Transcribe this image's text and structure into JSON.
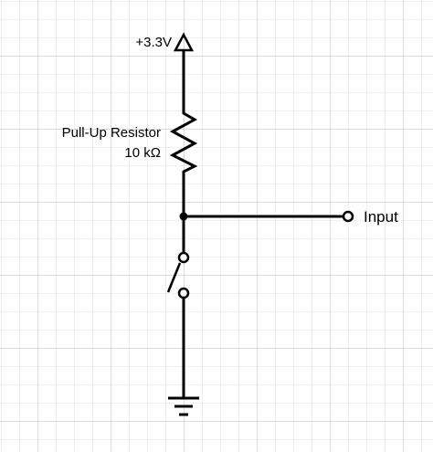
{
  "diagram": {
    "supply_label": "+3.3V",
    "resistor_name": "Pull-Up Resistor",
    "resistor_value": "10 kΩ",
    "output_label": "Input",
    "colors": {
      "wire": "#000000",
      "background": "#ffffff",
      "grid_major": "#dcdcdc",
      "grid_minor": "#f0f0f0"
    },
    "components": [
      {
        "kind": "power-supply-arrow",
        "label_ref": "supply_label"
      },
      {
        "kind": "resistor",
        "label_refs": [
          "resistor_name",
          "resistor_value"
        ]
      },
      {
        "kind": "junction-node"
      },
      {
        "kind": "output-terminal",
        "label_ref": "output_label"
      },
      {
        "kind": "switch-open"
      },
      {
        "kind": "ground-symbol"
      }
    ]
  }
}
